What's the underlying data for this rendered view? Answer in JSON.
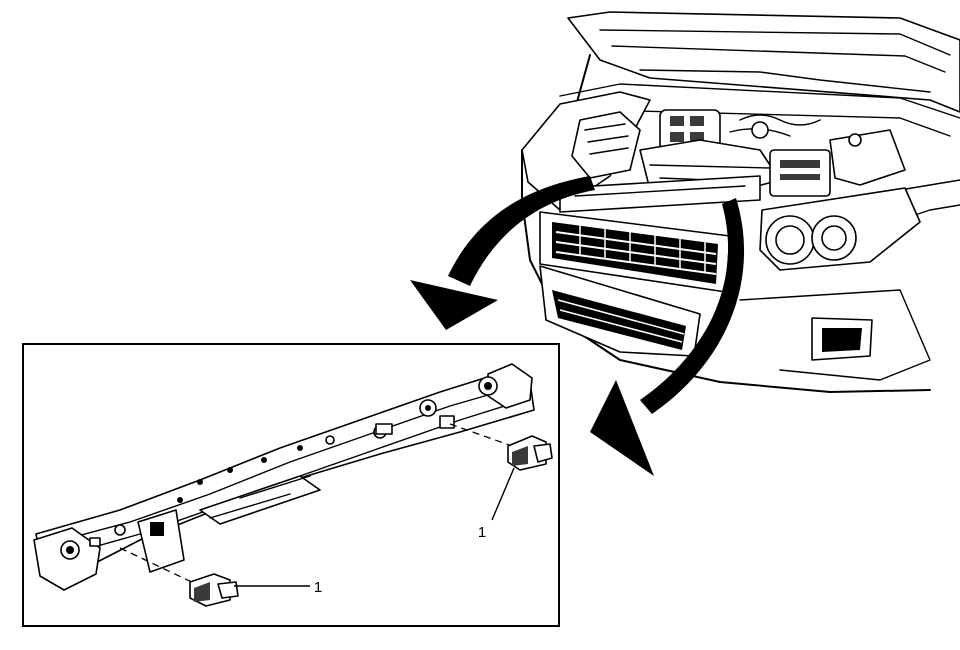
{
  "callouts": [
    {
      "id": "sensor-right",
      "label": "1"
    },
    {
      "id": "sensor-left",
      "label": "1"
    }
  ]
}
